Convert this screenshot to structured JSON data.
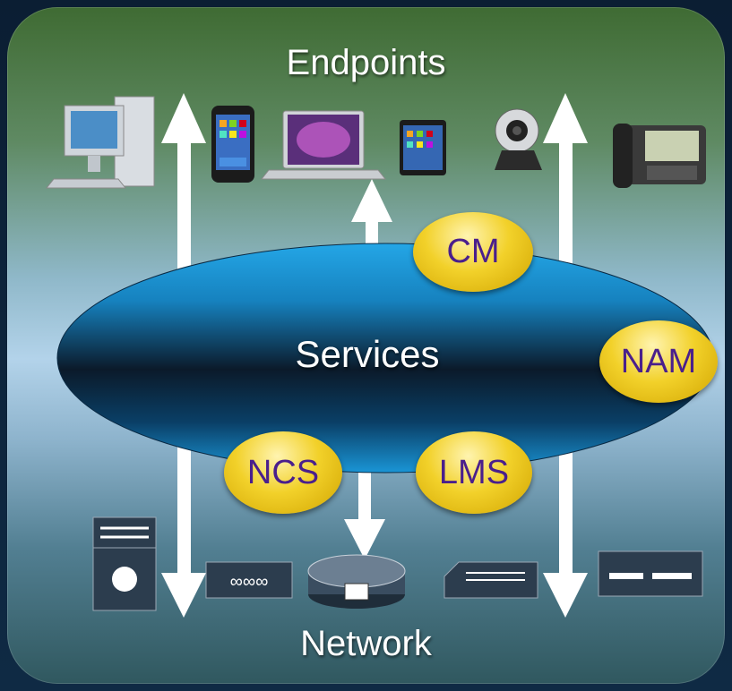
{
  "diagram": {
    "top_label": "Endpoints",
    "center_label": "Services",
    "bottom_label": "Network",
    "service_badges": {
      "cm": "CM",
      "nam": "NAM",
      "ncs": "NCS",
      "lms": "LMS"
    },
    "endpoint_icons": [
      "desktop-computer-icon",
      "smartphone-icon",
      "laptop-icon",
      "tablet-icon",
      "webcam-icon",
      "ip-phone-icon"
    ],
    "network_icons": [
      "multilayer-switch-icon",
      "hub-icon",
      "router-icon",
      "switch-icon",
      "appliance-icon"
    ]
  },
  "colors": {
    "badge_text": "#4a1f8c",
    "badge_fill": "#f2d12a",
    "ellipse_fill": "#1a8fd0",
    "arrow": "#ffffff"
  }
}
